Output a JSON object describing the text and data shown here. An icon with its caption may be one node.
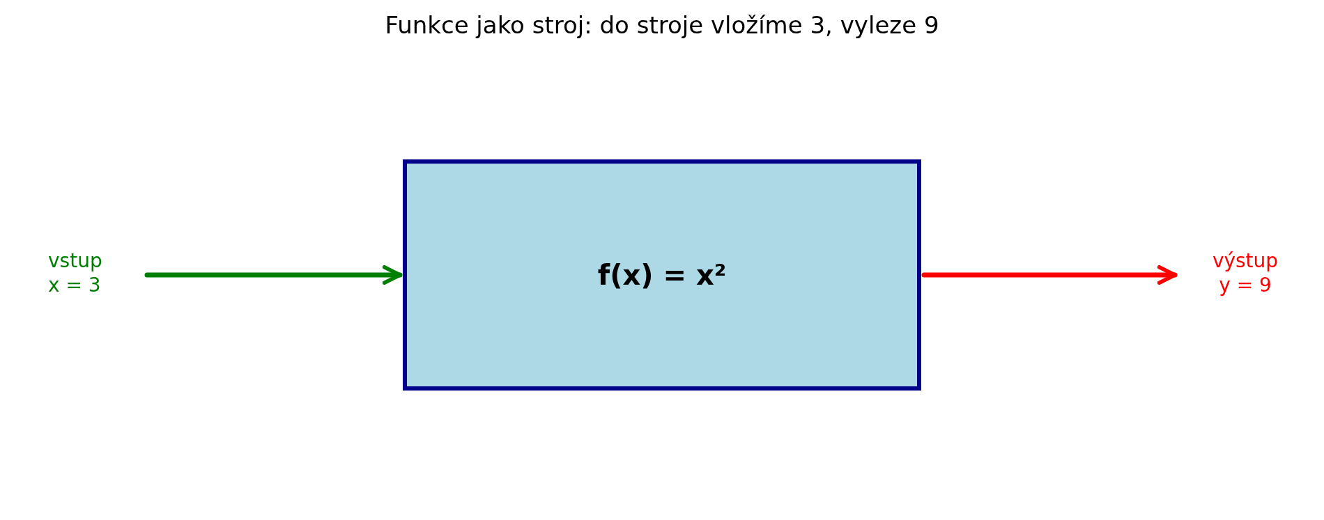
{
  "diagram": {
    "title": "Funkce jako stroj: do stroje vložíme 3, vyleze 9",
    "nodes": [
      {
        "text": [
          "f(x) = x²"
        ]
      },
      {
        "text": [
          "vstup x = 3"
        ]
      },
      {
        "text": [
          "výstup y = 9"
        ]
      }
    ],
    "edges": [
      {
        "from": 1,
        "to": 0,
        "arrow": "to",
        "color": "#008000"
      },
      {
        "from": 0,
        "to": 2,
        "arrow": "to",
        "color": "#ff0000"
      }
    ]
  }
}
